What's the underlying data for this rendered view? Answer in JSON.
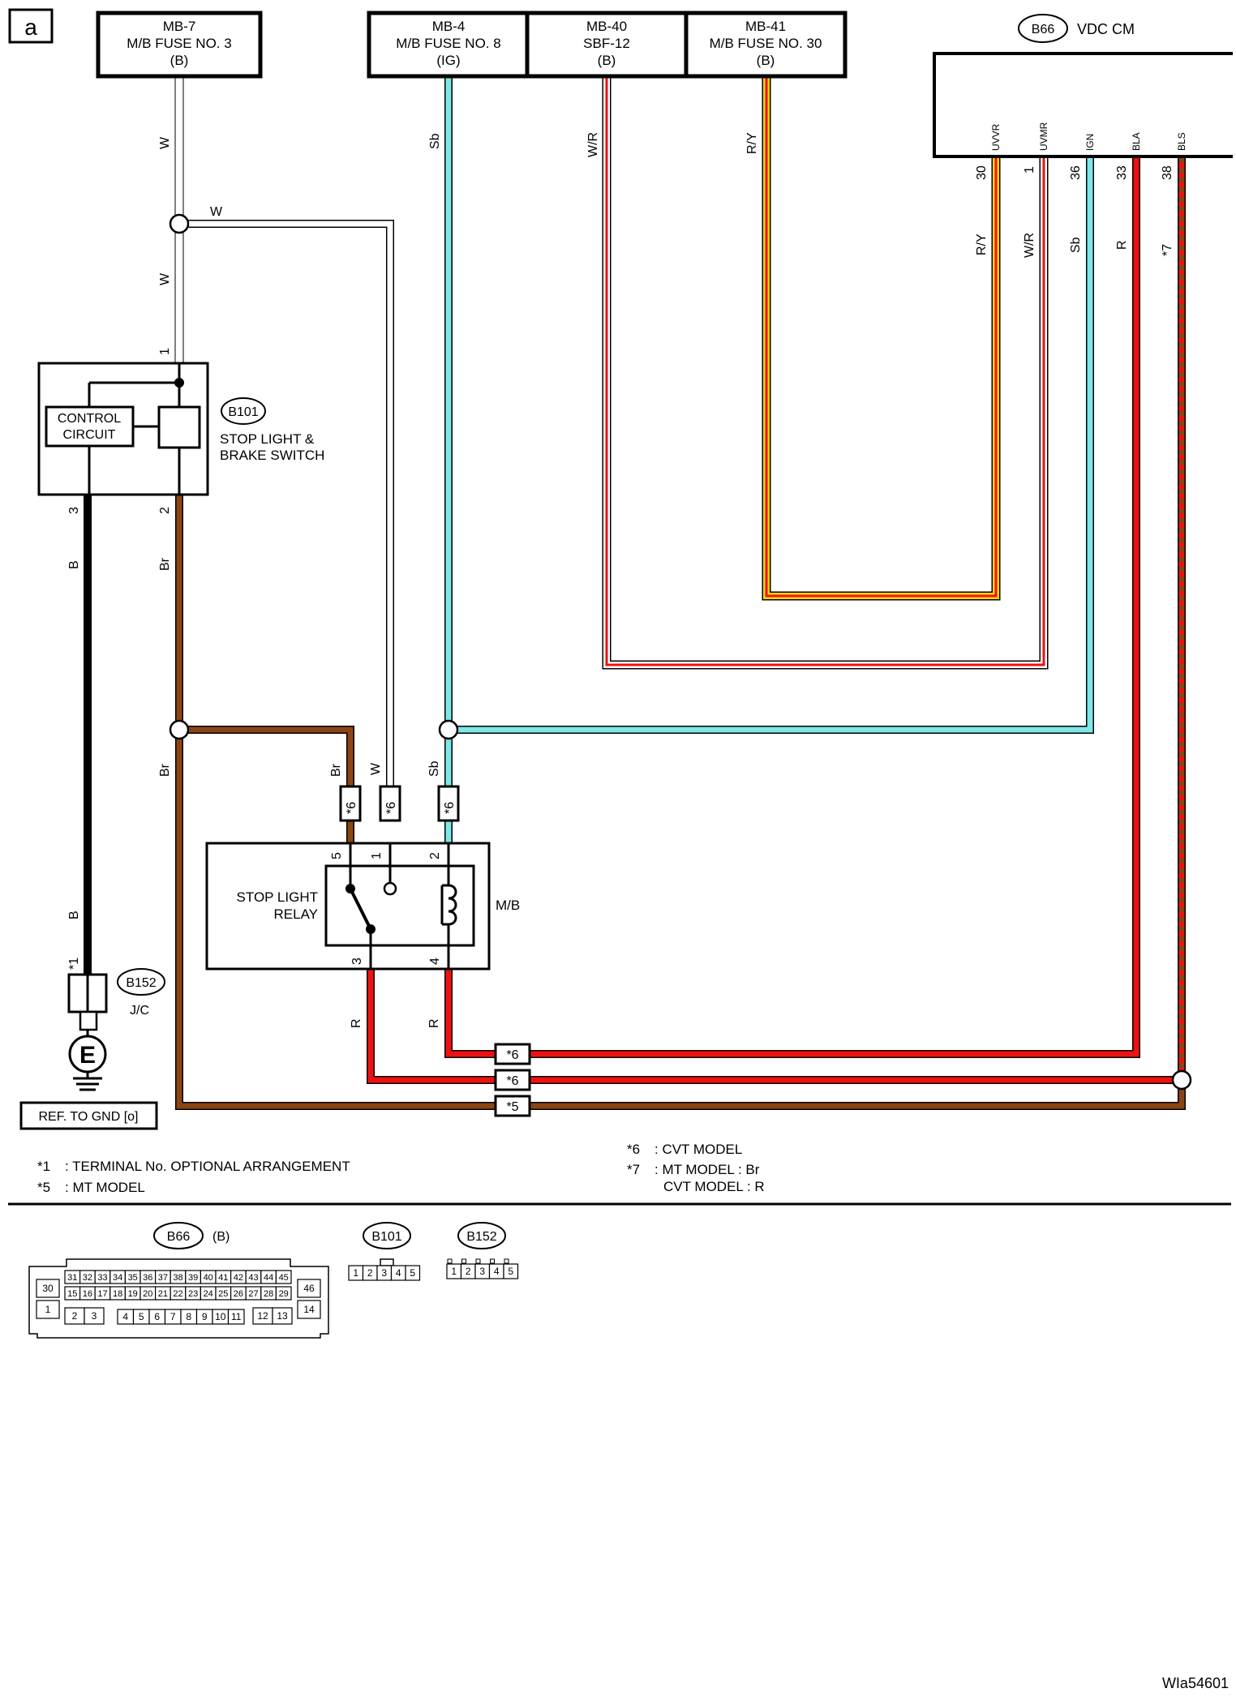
{
  "page_label": "a",
  "doc_id": "WIa54601",
  "fuses": [
    {
      "id": "MB-7",
      "desc": "M/B FUSE NO. 3",
      "note": "(B)"
    },
    {
      "id": "MB-4",
      "desc": "M/B FUSE NO. 8",
      "note": "(IG)"
    },
    {
      "id": "MB-40",
      "desc": "SBF-12",
      "note": "(B)"
    },
    {
      "id": "MB-41",
      "desc": "M/B FUSE NO. 30",
      "note": "(B)"
    }
  ],
  "vdc": {
    "connector": "B66",
    "name": "VDC CM",
    "pins": [
      {
        "name": "UVVR",
        "num": "30",
        "wire": "R/Y"
      },
      {
        "name": "UVMR",
        "num": "1",
        "wire": "W/R"
      },
      {
        "name": "IGN",
        "num": "36",
        "wire": "Sb"
      },
      {
        "name": "BLA",
        "num": "33",
        "wire": "R"
      },
      {
        "name": "BLS",
        "num": "38",
        "wire": "*7"
      }
    ]
  },
  "switch": {
    "connector": "B101",
    "name_line1": "STOP LIGHT &",
    "name_line2": "BRAKE SWITCH",
    "control_line1": "CONTROL",
    "control_line2": "CIRCUIT",
    "pin_top": "1",
    "pin_left": "3",
    "pin_right": "2"
  },
  "relay": {
    "name_line1": "STOP LIGHT",
    "name_line2": "RELAY",
    "location": "M/B",
    "pins": [
      "5",
      "1",
      "2",
      "3",
      "4"
    ]
  },
  "jc": {
    "connector": "B152",
    "name": "J/C",
    "ground_symbol": "E",
    "ref": "REF. TO GND [o]"
  },
  "wire_labels": {
    "w_top": "W",
    "w_branch": "W",
    "w_mid": "W",
    "sb_top": "Sb",
    "wr_top": "W/R",
    "ry_top": "R/Y",
    "b_upper": "B",
    "br_upper": "Br",
    "br_left": "Br",
    "br_relay": "Br",
    "w_relay": "W",
    "sb_relay": "Sb",
    "b_lower": "B",
    "star1": "*1",
    "r_left": "R",
    "r_right": "R"
  },
  "star_tags": {
    "s6": "*6",
    "s5": "*5"
  },
  "notes_left": [
    {
      "mark": "*1",
      "text": ": TERMINAL No. OPTIONAL ARRANGEMENT"
    },
    {
      "mark": "*5",
      "text": ": MT MODEL"
    }
  ],
  "notes_right": [
    {
      "mark": "*6",
      "text": ": CVT MODEL"
    },
    {
      "mark": "*7",
      "text": ": MT MODEL  : Br"
    },
    {
      "mark": "",
      "text": "CVT MODEL  : R"
    }
  ],
  "connector_views": {
    "b66": {
      "label": "B66",
      "color_note": "(B)",
      "row1": [
        "31",
        "32",
        "33",
        "34",
        "35",
        "36",
        "37",
        "38",
        "39",
        "40",
        "41",
        "42",
        "43",
        "44",
        "45"
      ],
      "row2": [
        "15",
        "16",
        "17",
        "18",
        "19",
        "20",
        "21",
        "22",
        "23",
        "24",
        "25",
        "26",
        "27",
        "28",
        "29"
      ],
      "row3a": [
        "2",
        "3"
      ],
      "row3b": [
        "4",
        "5",
        "6",
        "7",
        "8",
        "9",
        "10",
        "11"
      ],
      "row3c": [
        "12",
        "13"
      ],
      "side_left": [
        "30",
        "1"
      ],
      "side_right": [
        "46",
        "14"
      ]
    },
    "b101": {
      "label": "B101",
      "pins": [
        "1",
        "2",
        "3",
        "4",
        "5"
      ]
    },
    "b152": {
      "label": "B152",
      "pins": [
        "1",
        "2",
        "3",
        "4",
        "5"
      ]
    }
  },
  "colors": {
    "W": "#ffffff",
    "Sb": "#7fe6e6",
    "Br": "#8b4513",
    "B": "#000000",
    "R": "#ee1111",
    "Y": "#ffd700"
  }
}
